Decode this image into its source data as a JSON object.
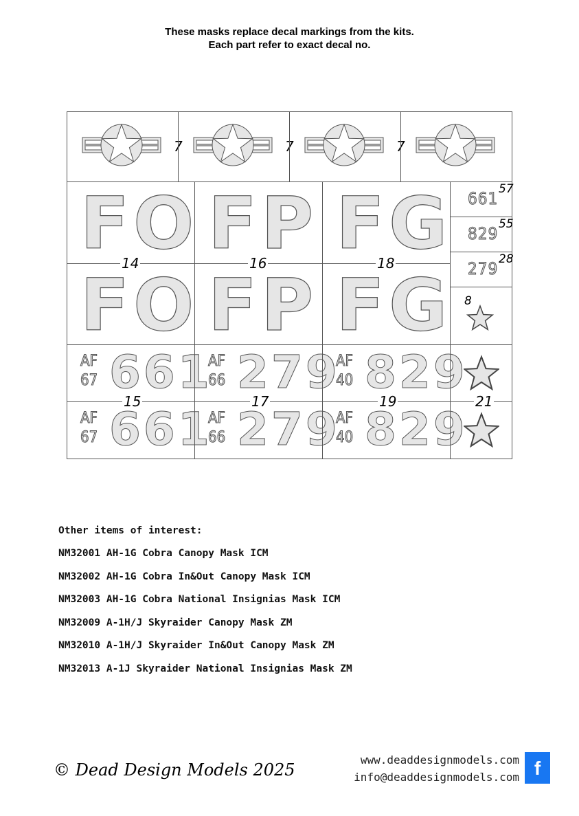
{
  "header": {
    "line1": "These masks replace decal markings from the kits.",
    "line2": "Each part refer to exact decal no."
  },
  "insignia": {
    "decal_no": "7",
    "count": 4
  },
  "letters": [
    {
      "text": "FO",
      "decal_no": "14"
    },
    {
      "text": "FP",
      "decal_no": "16"
    },
    {
      "text": "FG",
      "decal_no": "18"
    }
  ],
  "small_numbers": [
    {
      "text": "661",
      "decal_no": "57"
    },
    {
      "text": "829",
      "decal_no": "55"
    },
    {
      "text": "279",
      "decal_no": "28"
    }
  ],
  "small_star": {
    "decal_no": "8"
  },
  "serials": [
    {
      "af": "AF",
      "year": "67",
      "number": "661",
      "decal_no": "15"
    },
    {
      "af": "AF",
      "year": "66",
      "number": "279",
      "decal_no": "17"
    },
    {
      "af": "AF",
      "year": "40",
      "number": "829",
      "decal_no": "19"
    }
  ],
  "big_star": {
    "decal_no": "21"
  },
  "other": {
    "title": "Other items of interest:",
    "items": [
      "NM32001 AH-1G Cobra Canopy Mask ICM",
      "NM32002 AH-1G Cobra In&Out Canopy Mask ICM",
      "NM32003 AH-1G Cobra National Insignias Mask ICM",
      "NM32009 A-1H/J Skyraider Canopy Mask ZM",
      "NM32010 A-1H/J Skyraider In&Out Canopy Mask ZM",
      "NM32013 A-1J Skyraider National Insignias Mask ZM"
    ]
  },
  "footer": {
    "copyright": "© Dead Design Models 2025",
    "website": "www.deaddesignmodels.com",
    "email": "info@deaddesignmodels.com",
    "social": "f",
    "social_color": "#1877f2"
  }
}
